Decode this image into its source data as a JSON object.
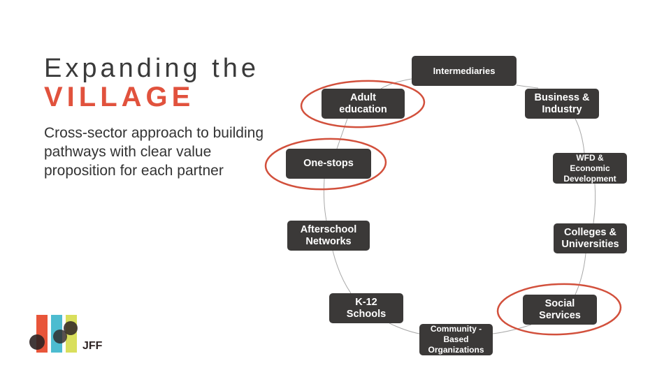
{
  "slide": {
    "title_line1": "Expanding the",
    "title_line2": "VILLAGE",
    "subtitle": "Cross-sector approach to building pathways with clear value proposition for each partner"
  },
  "diagram": {
    "nodes": [
      {
        "id": "intermediaries",
        "label": "Intermediaries",
        "highlighted": false
      },
      {
        "id": "adult-education",
        "label": "Adult\neducation",
        "highlighted": true
      },
      {
        "id": "business-industry",
        "label": "Business &\nIndustry",
        "highlighted": false
      },
      {
        "id": "one-stops",
        "label": "One-stops",
        "highlighted": true
      },
      {
        "id": "wfd-economic-development",
        "label": "WFD &\nEconomic\nDevelopment",
        "highlighted": false
      },
      {
        "id": "afterschool-networks",
        "label": "Afterschool\nNetworks",
        "highlighted": false
      },
      {
        "id": "colleges-universities",
        "label": "Colleges &\nUniversities",
        "highlighted": false
      },
      {
        "id": "k12-schools",
        "label": "K-12\nSchools",
        "highlighted": false
      },
      {
        "id": "social-services",
        "label": "Social\nServices",
        "highlighted": true
      },
      {
        "id": "community-based-organizations",
        "label": "Community -\nBased\nOrganizations",
        "highlighted": false
      }
    ],
    "colors": {
      "node_fill": "#3b3938",
      "node_text": "#ffffff",
      "highlight_ring": "#d2503c",
      "connector": "#a8a8a8"
    }
  },
  "logo": {
    "text": "JFF",
    "bar_colors": [
      "#e8553a",
      "#4dbcd0",
      "#d9df5c"
    ],
    "dot_color": "#2e2424"
  }
}
